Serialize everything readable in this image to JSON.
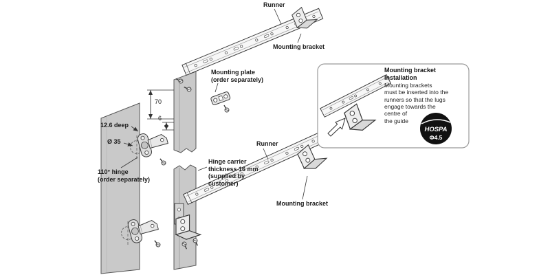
{
  "diagram": {
    "labels": {
      "runner_top": "Runner",
      "mounting_bracket_top": "Mounting bracket",
      "mounting_plate": "Mounting plate\n(order separately)",
      "runner_mid": "Runner",
      "mounting_bracket_mid": "Mounting bracket",
      "hinge_110": "110° hinge\n(order separately)",
      "hinge_carrier": "Hinge carrier\nthickness 16 mm\n(supplied by\ncustomer)",
      "dim_70": "70",
      "dim_6": "6",
      "dim_depth": "12.6 deep",
      "dim_dia": "Ø 35"
    },
    "callout": {
      "title": "Mounting bracket\nInstallation",
      "body": "Mounting brackets\nmust be inserted into the\nrunners so that the lugs\nengage towards the\ncentre of\nthe guide",
      "logo_name": "HOSPA",
      "logo_size": "Φ4.5"
    },
    "colors": {
      "panel": "#c9c9c9",
      "metal": "#f5f5f5",
      "line": "#3a3a3a",
      "logo_bg": "#111111",
      "box_border": "#999999"
    }
  }
}
